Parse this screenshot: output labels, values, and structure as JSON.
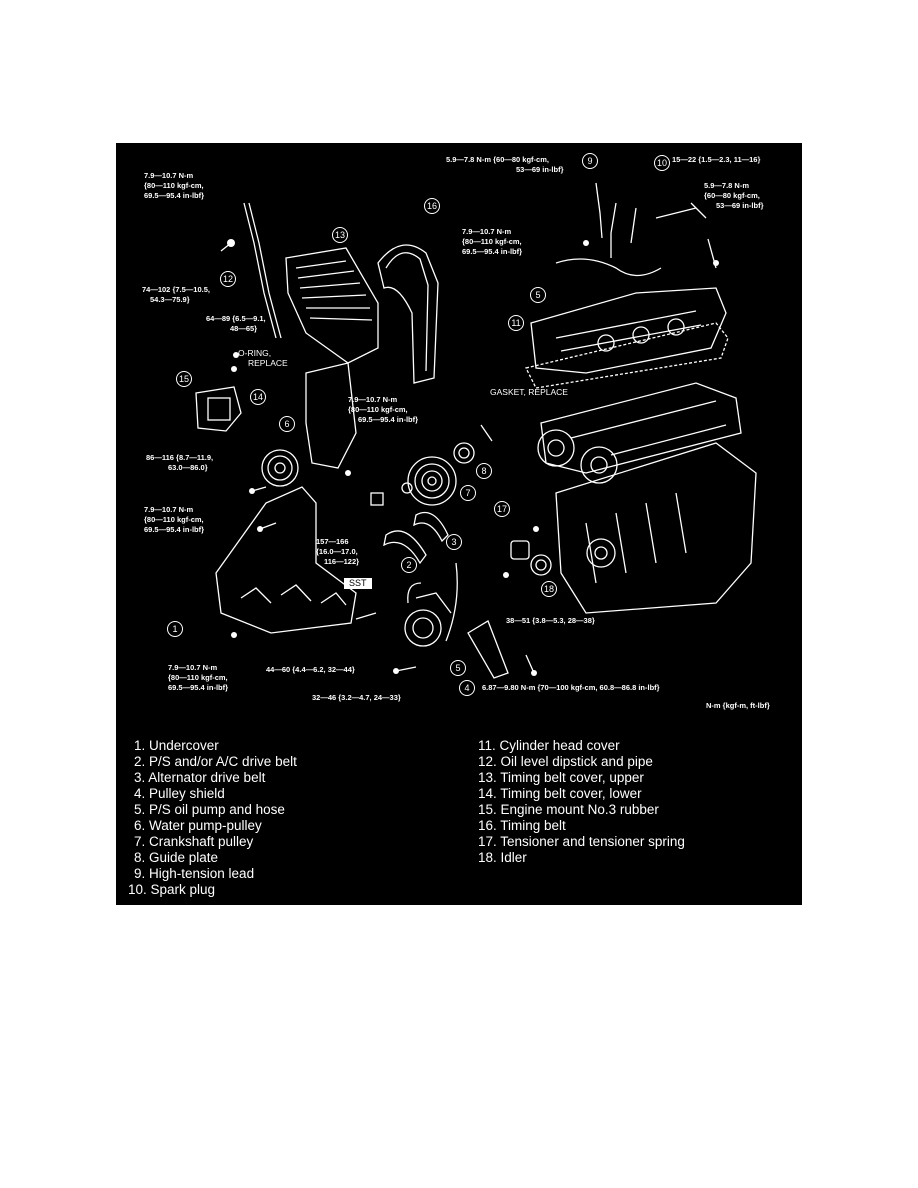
{
  "torque_labels": {
    "t1": [
      "7.9—10.7 N-m",
      "{80—110 kgf-cm,",
      "69.5—95.4 in-lbf}"
    ],
    "t2": [
      "5.9—7.8 N-m {60—80 kgf-cm,",
      "53—69 in-lbf}"
    ],
    "t3": [
      "15—22 {1.5—2.3, 11—16}"
    ],
    "t4": [
      "5.9—7.8 N-m",
      "{60—80 kgf-cm,",
      "53—69 in-lbf}"
    ],
    "t5": [
      "7.9—10.7 N-m",
      "{80—110 kgf-cm,",
      "69.5—95.4 in-lbf}"
    ],
    "t6": [
      "74—102 {7.5—10.5,",
      "54.3—75.9}"
    ],
    "t7": [
      "64—89 {6.5—9.1,",
      "48—65}"
    ],
    "t8": [
      "7.9—10.7 N-m",
      "{80—110 kgf-cm,",
      "69.5—95.4 in-lbf}"
    ],
    "t9": [
      "86—116 {8.7—11.9,",
      "63.0—86.0}"
    ],
    "t10": [
      "7.9—10.7 N-m",
      "{80—110 kgf-cm,",
      "69.5—95.4 in-lbf}"
    ],
    "t11": [
      "157—166",
      "{16.0—17.0,",
      "116—122}"
    ],
    "t12": [
      "38—51 {3.8—5.3, 28—38}"
    ],
    "t13": [
      "7.9—10.7 N-m",
      "{80—110 kgf-cm,",
      "69.5—95.4 in-lbf}"
    ],
    "t14": [
      "44—60 {4.4—6.2, 32—44}"
    ],
    "t15": [
      "32—46 {3.2—4.7, 24—33}"
    ],
    "t16": [
      "6.87—9.80 N-m {70—100 kgf-cm, 60.8—86.8 in-lbf}"
    ],
    "units": "N-m {kgf-m, ft-lbf}"
  },
  "annotations": {
    "oring": "O-RING,",
    "oring_replace": "REPLACE",
    "gasket": "GASKET, REPLACE",
    "sst": "SST"
  },
  "callouts": [
    "1",
    "2",
    "3",
    "4",
    "5",
    "6",
    "7",
    "8",
    "9",
    "10",
    "11",
    "12",
    "13",
    "14",
    "15",
    "16",
    "17",
    "18"
  ],
  "legend": {
    "col1": [
      "1. Undercover",
      "2. P/S and/or A/C drive belt",
      "3. Alternator drive belt",
      "4. Pulley shield",
      "5. P/S oil pump and hose",
      "6. Water pump-pulley",
      "7. Crankshaft pulley",
      "8. Guide plate",
      "9. High-tension lead",
      "10. Spark plug"
    ],
    "col2": [
      "11. Cylinder head cover",
      "12. Oil level dipstick and pipe",
      "13. Timing belt cover, upper",
      "14. Timing belt cover, lower",
      "15. Engine mount No.3 rubber",
      "16. Timing belt",
      "17. Tensioner and tensioner spring",
      "18. Idler"
    ]
  }
}
